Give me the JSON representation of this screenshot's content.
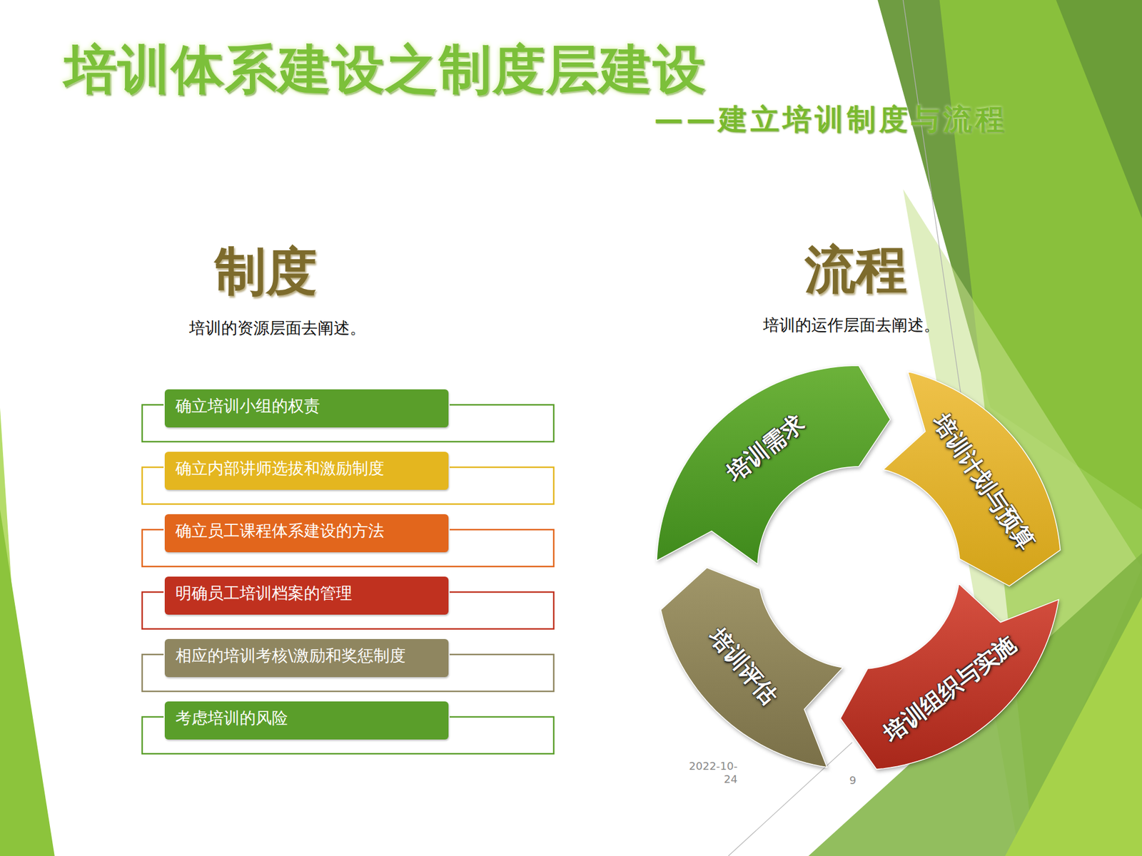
{
  "diagram": {
    "title": "培训体系建设之制度层建设",
    "nodes": [
      {
        "text": [
          "确立培训小组的权责"
        ]
      },
      {
        "text": [
          "确立内部讲师选拔和激励制度"
        ]
      },
      {
        "text": [
          "确立员工课程体系建设的方法"
        ]
      },
      {
        "text": [
          "明确员工培训档案的管理"
        ]
      },
      {
        "text": [
          "相应的培训考核\\激励和奖惩制度"
        ]
      },
      {
        "text": [
          "考虑培训的风险"
        ]
      },
      {
        "text": [
          "培训需求"
        ]
      },
      {
        "text": [
          "培训计划与预算"
        ]
      },
      {
        "text": [
          "培训组织与实施"
        ]
      },
      {
        "text": [
          "培训评估"
        ]
      }
    ],
    "labels": [
      "——建立培训制度与流程",
      "制度",
      "培训的资源层面去阐述。",
      "流程",
      "培训的运作层面去阐述。",
      "2022-10-24",
      "9"
    ]
  }
}
